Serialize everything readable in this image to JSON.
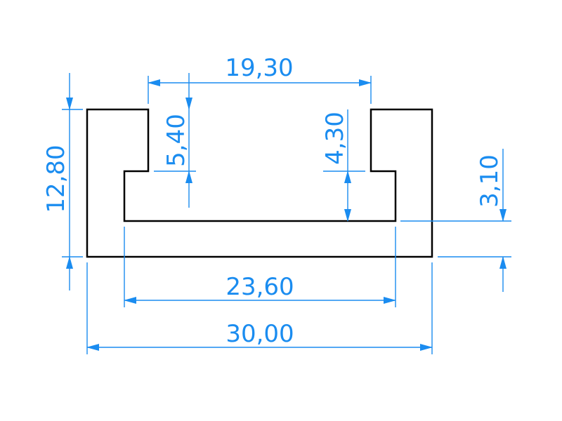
{
  "colors": {
    "outline": "#000000",
    "dimension": "#1a8cf0",
    "background": "#ffffff"
  },
  "dimensions": {
    "top_opening": "19,30",
    "left_lip_depth": "5,40",
    "right_lip_depth": "4,30",
    "total_height": "12,80",
    "base_thickness": "3,10",
    "inner_width": "23,60",
    "overall_width": "30,00"
  }
}
